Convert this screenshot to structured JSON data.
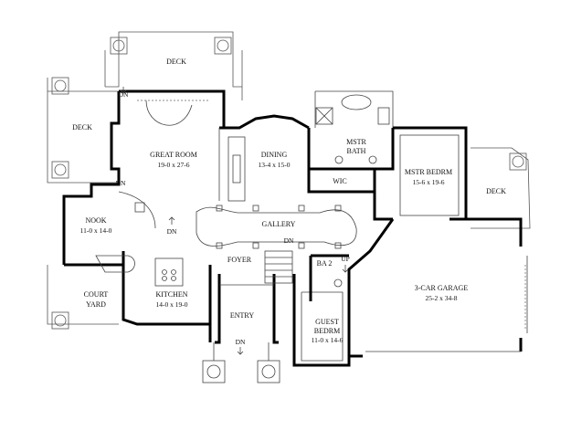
{
  "rooms": {
    "deck_top": "DECK",
    "deck_left": "DECK",
    "deck_right": "DECK",
    "great_room": {
      "name": "GREAT ROOM",
      "size": "19-0 x 27-6"
    },
    "dining": {
      "name": "DINING",
      "size": "13-4 x 15-0"
    },
    "mstr_bath": {
      "line1": "MSTR",
      "line2": "BATH"
    },
    "wic": "WIC",
    "mstr_bedrm": {
      "name": "MSTR BEDRM",
      "size": "15-6 x 19-6"
    },
    "nook": {
      "name": "NOOK",
      "size": "11-0 x 14-0"
    },
    "gallery": "GALLERY",
    "foyer": "FOYER",
    "ba2": "BA 2",
    "kitchen": {
      "name": "KITCHEN",
      "size": "14-0 x 19-0"
    },
    "court_yard": {
      "line1": "COURT",
      "line2": "YARD"
    },
    "entry": "ENTRY",
    "guest_bedrm": {
      "line1": "GUEST",
      "line2": "BEDRM",
      "size": "11-0 x 14-6"
    },
    "garage": {
      "name": "3-CAR GARAGE",
      "size": "25-2 x 34-8"
    }
  },
  "markers": {
    "dn_deck": "DN",
    "dn_nook": "DN",
    "dn_great": "DN",
    "dn_stair": "DN",
    "dn_entry": "DN",
    "up_stair": "UP"
  }
}
